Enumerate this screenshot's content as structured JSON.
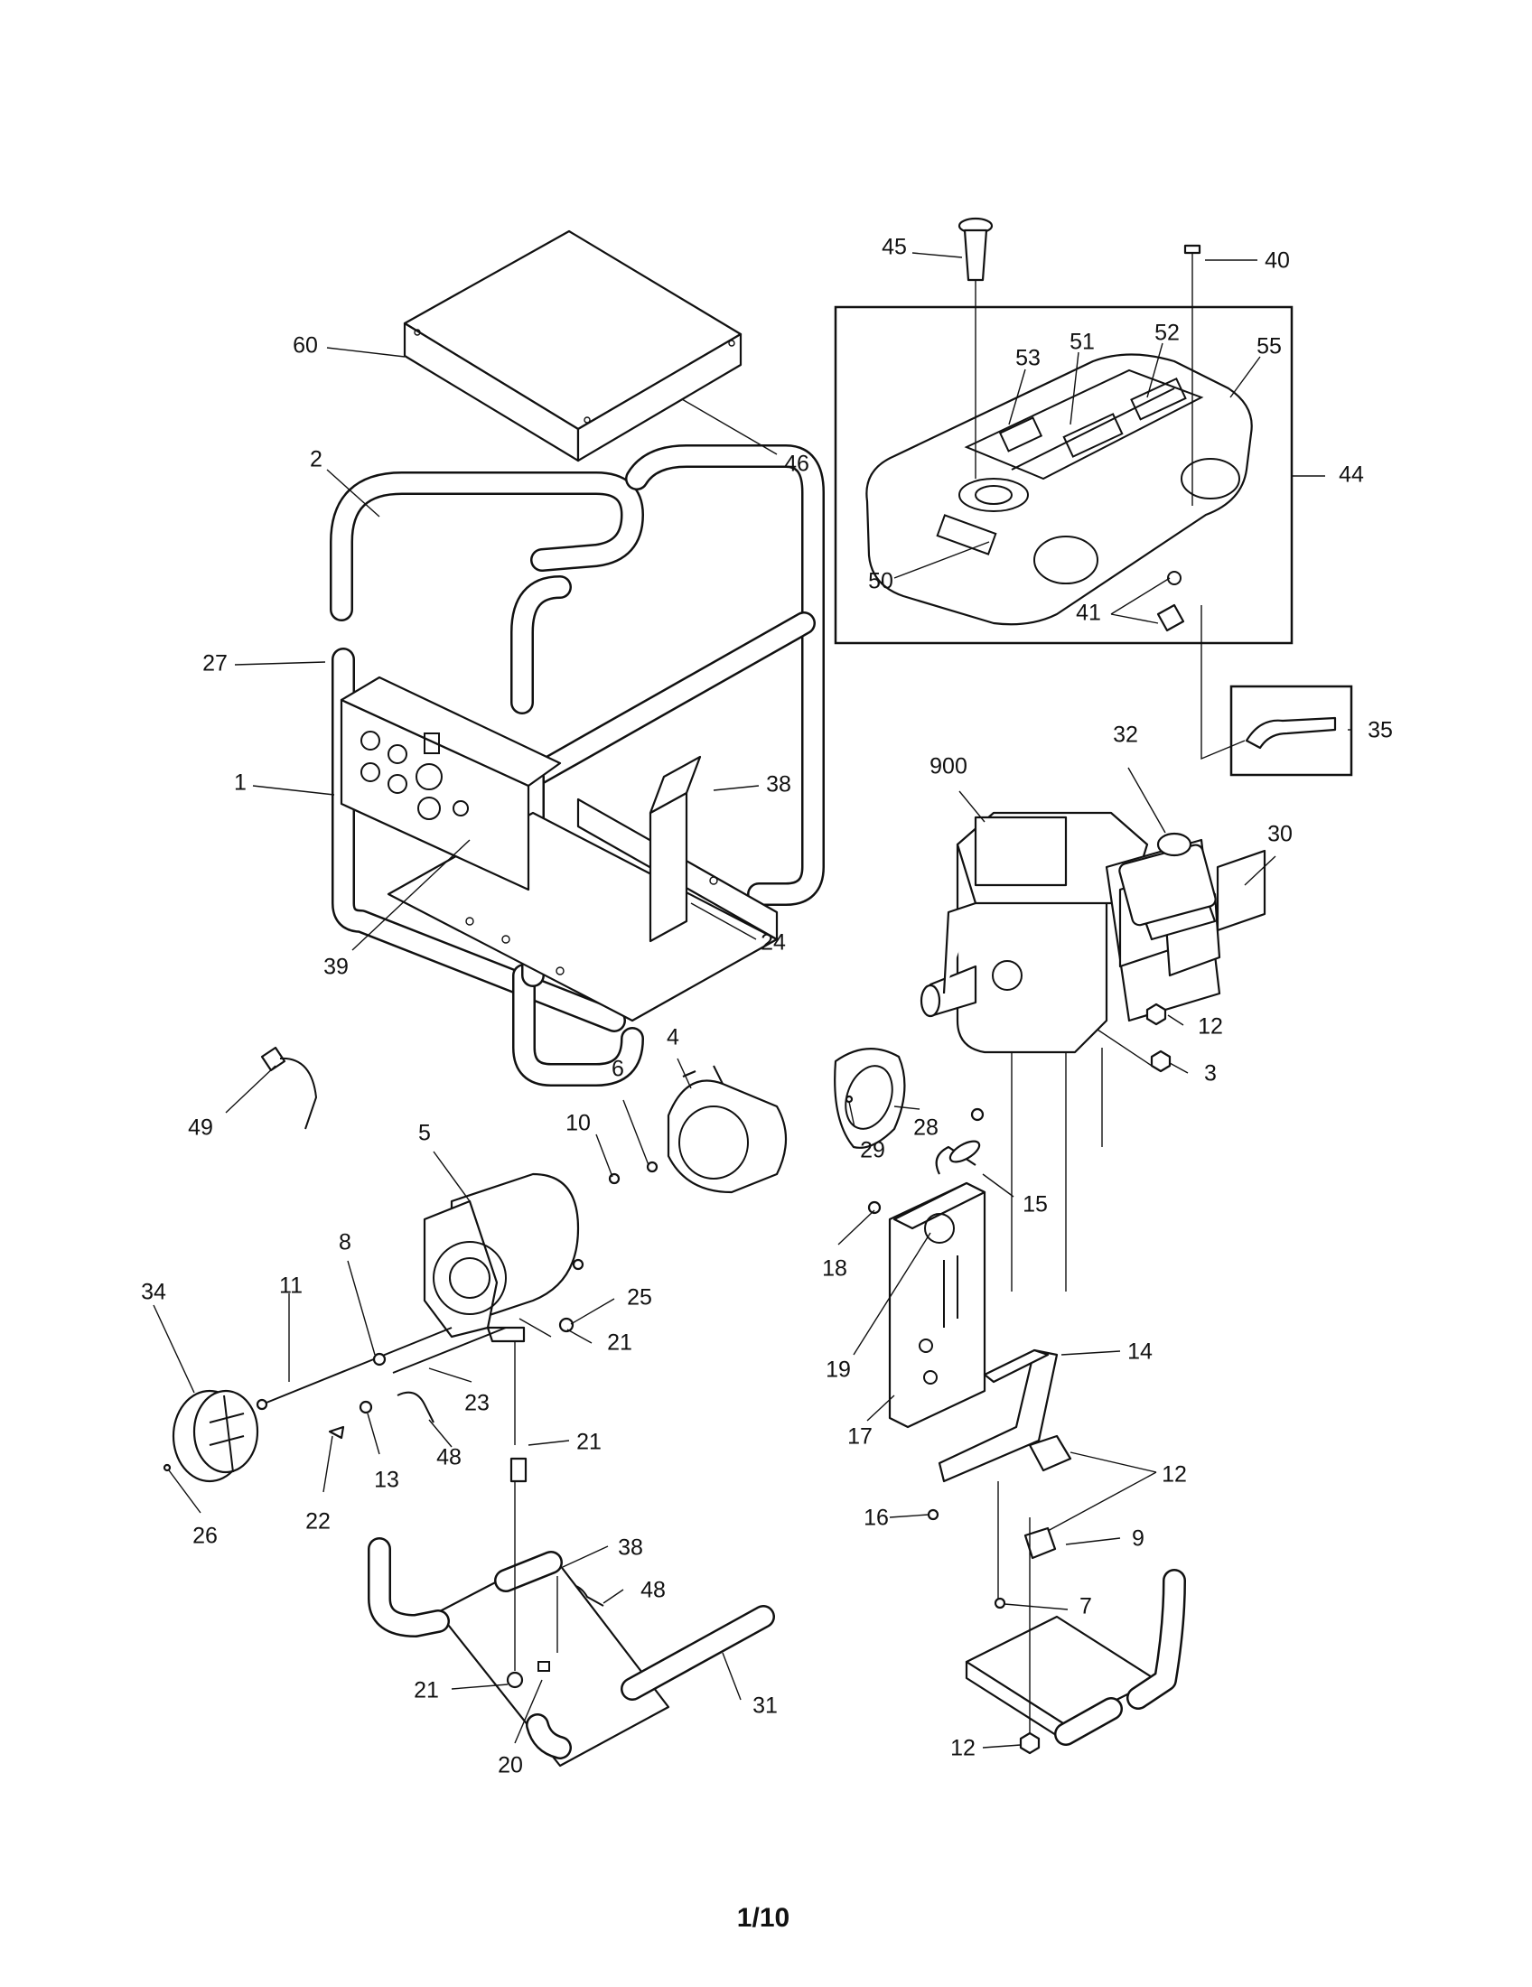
{
  "page": {
    "number": "1/10"
  },
  "parts": [
    {
      "id": "p60",
      "label": "60"
    },
    {
      "id": "p46",
      "label": "46"
    },
    {
      "id": "p2",
      "label": "2"
    },
    {
      "id": "p27",
      "label": "27"
    },
    {
      "id": "p1",
      "label": "1"
    },
    {
      "id": "p39",
      "label": "39"
    },
    {
      "id": "p24",
      "label": "24"
    },
    {
      "id": "p38a",
      "label": "38"
    },
    {
      "id": "p45",
      "label": "45"
    },
    {
      "id": "p40",
      "label": "40"
    },
    {
      "id": "p53",
      "label": "53"
    },
    {
      "id": "p51",
      "label": "51"
    },
    {
      "id": "p52",
      "label": "52"
    },
    {
      "id": "p55",
      "label": "55"
    },
    {
      "id": "p44",
      "label": "44"
    },
    {
      "id": "p50",
      "label": "50"
    },
    {
      "id": "p41",
      "label": "41"
    },
    {
      "id": "p35",
      "label": "35"
    },
    {
      "id": "p900",
      "label": "900"
    },
    {
      "id": "p32",
      "label": "32"
    },
    {
      "id": "p30",
      "label": "30"
    },
    {
      "id": "p12a",
      "label": "12"
    },
    {
      "id": "p3",
      "label": "3"
    },
    {
      "id": "p49",
      "label": "49"
    },
    {
      "id": "p4",
      "label": "4"
    },
    {
      "id": "p6",
      "label": "6"
    },
    {
      "id": "p10",
      "label": "10"
    },
    {
      "id": "p28",
      "label": "28"
    },
    {
      "id": "p29",
      "label": "29"
    },
    {
      "id": "p5",
      "label": "5"
    },
    {
      "id": "p15",
      "label": "15"
    },
    {
      "id": "p18",
      "label": "18"
    },
    {
      "id": "p8",
      "label": "8"
    },
    {
      "id": "p11",
      "label": "11"
    },
    {
      "id": "p34",
      "label": "34"
    },
    {
      "id": "p25",
      "label": "25"
    },
    {
      "id": "p21a",
      "label": "21"
    },
    {
      "id": "p23",
      "label": "23"
    },
    {
      "id": "p19",
      "label": "19"
    },
    {
      "id": "p14",
      "label": "14"
    },
    {
      "id": "p48a",
      "label": "48"
    },
    {
      "id": "p13",
      "label": "13"
    },
    {
      "id": "p22",
      "label": "22"
    },
    {
      "id": "p26",
      "label": "26"
    },
    {
      "id": "p21b",
      "label": "21"
    },
    {
      "id": "p17",
      "label": "17"
    },
    {
      "id": "p12b",
      "label": "12"
    },
    {
      "id": "p16",
      "label": "16"
    },
    {
      "id": "p9",
      "label": "9"
    },
    {
      "id": "p38b",
      "label": "38"
    },
    {
      "id": "p48b",
      "label": "48"
    },
    {
      "id": "p7",
      "label": "7"
    },
    {
      "id": "p21c",
      "label": "21"
    },
    {
      "id": "p31",
      "label": "31"
    },
    {
      "id": "p20",
      "label": "20"
    },
    {
      "id": "p12c",
      "label": "12"
    }
  ]
}
